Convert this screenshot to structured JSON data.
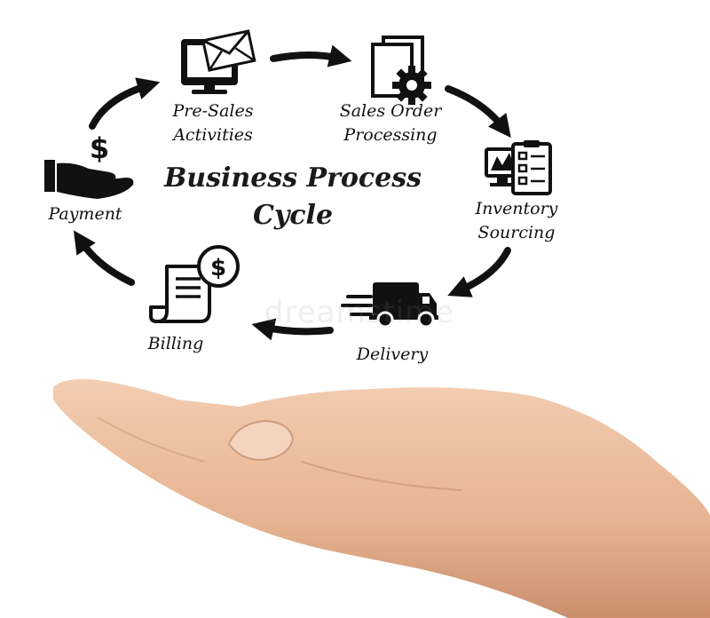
{
  "title": {
    "line1": "Business Process",
    "line2": "Cycle"
  },
  "steps": [
    {
      "id": "pre-sales",
      "line1": "Pre-Sales",
      "line2": "Activities",
      "icon": "monitor-envelope-icon"
    },
    {
      "id": "sales-order",
      "line1": "Sales Order",
      "line2": "Processing",
      "icon": "documents-gear-icon"
    },
    {
      "id": "inventory",
      "line1": "Inventory",
      "line2": "Sourcing",
      "icon": "monitor-checklist-icon"
    },
    {
      "id": "delivery",
      "line1": "Delivery",
      "line2": "",
      "icon": "delivery-truck-icon"
    },
    {
      "id": "billing",
      "line1": "Billing",
      "line2": "",
      "icon": "invoice-dollar-icon"
    },
    {
      "id": "payment",
      "line1": "Payment",
      "line2": "",
      "icon": "hand-dollar-icon"
    }
  ],
  "watermark": "dreamstime",
  "colors": {
    "ink": "#111111",
    "background": "#ffffff",
    "skin": "#e8b896"
  }
}
